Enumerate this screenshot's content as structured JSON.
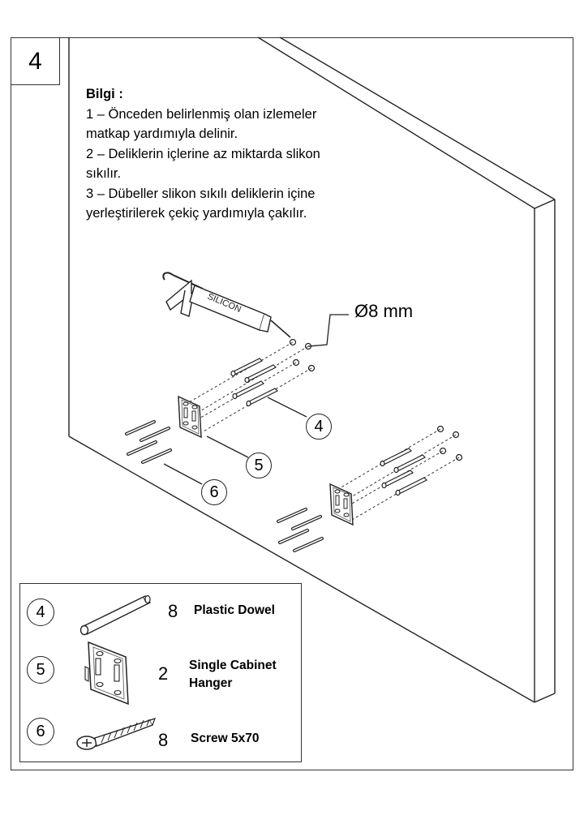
{
  "step": {
    "number": "4"
  },
  "info": {
    "title": "Bilgi :",
    "lines": [
      "1 – Önceden belirlenmiş olan izlemeler",
      "matkap yardımıyla delinir.",
      "2 – Deliklerin içlerine az miktarda slikon",
      "sıkılır.",
      "3 – Dübeller slikon sıkılı deliklerin içine",
      "yerleştirilerek çekiç yardımıyla çakılır."
    ]
  },
  "drawing": {
    "gun_label": "SILICON",
    "diameter": "Ø8 mm",
    "callouts": [
      "4",
      "5",
      "6"
    ]
  },
  "legend": {
    "items": [
      {
        "num": "4",
        "qty": "8",
        "name": [
          "Plastic Dowel"
        ],
        "icon": "dowel-icon"
      },
      {
        "num": "5",
        "qty": "2",
        "name": [
          "Single Cabinet",
          "Hanger"
        ],
        "icon": "cabinet-hanger-icon"
      },
      {
        "num": "6",
        "qty": "8",
        "name": [
          "Screw 5x70"
        ],
        "icon": "screw-icon"
      }
    ]
  }
}
